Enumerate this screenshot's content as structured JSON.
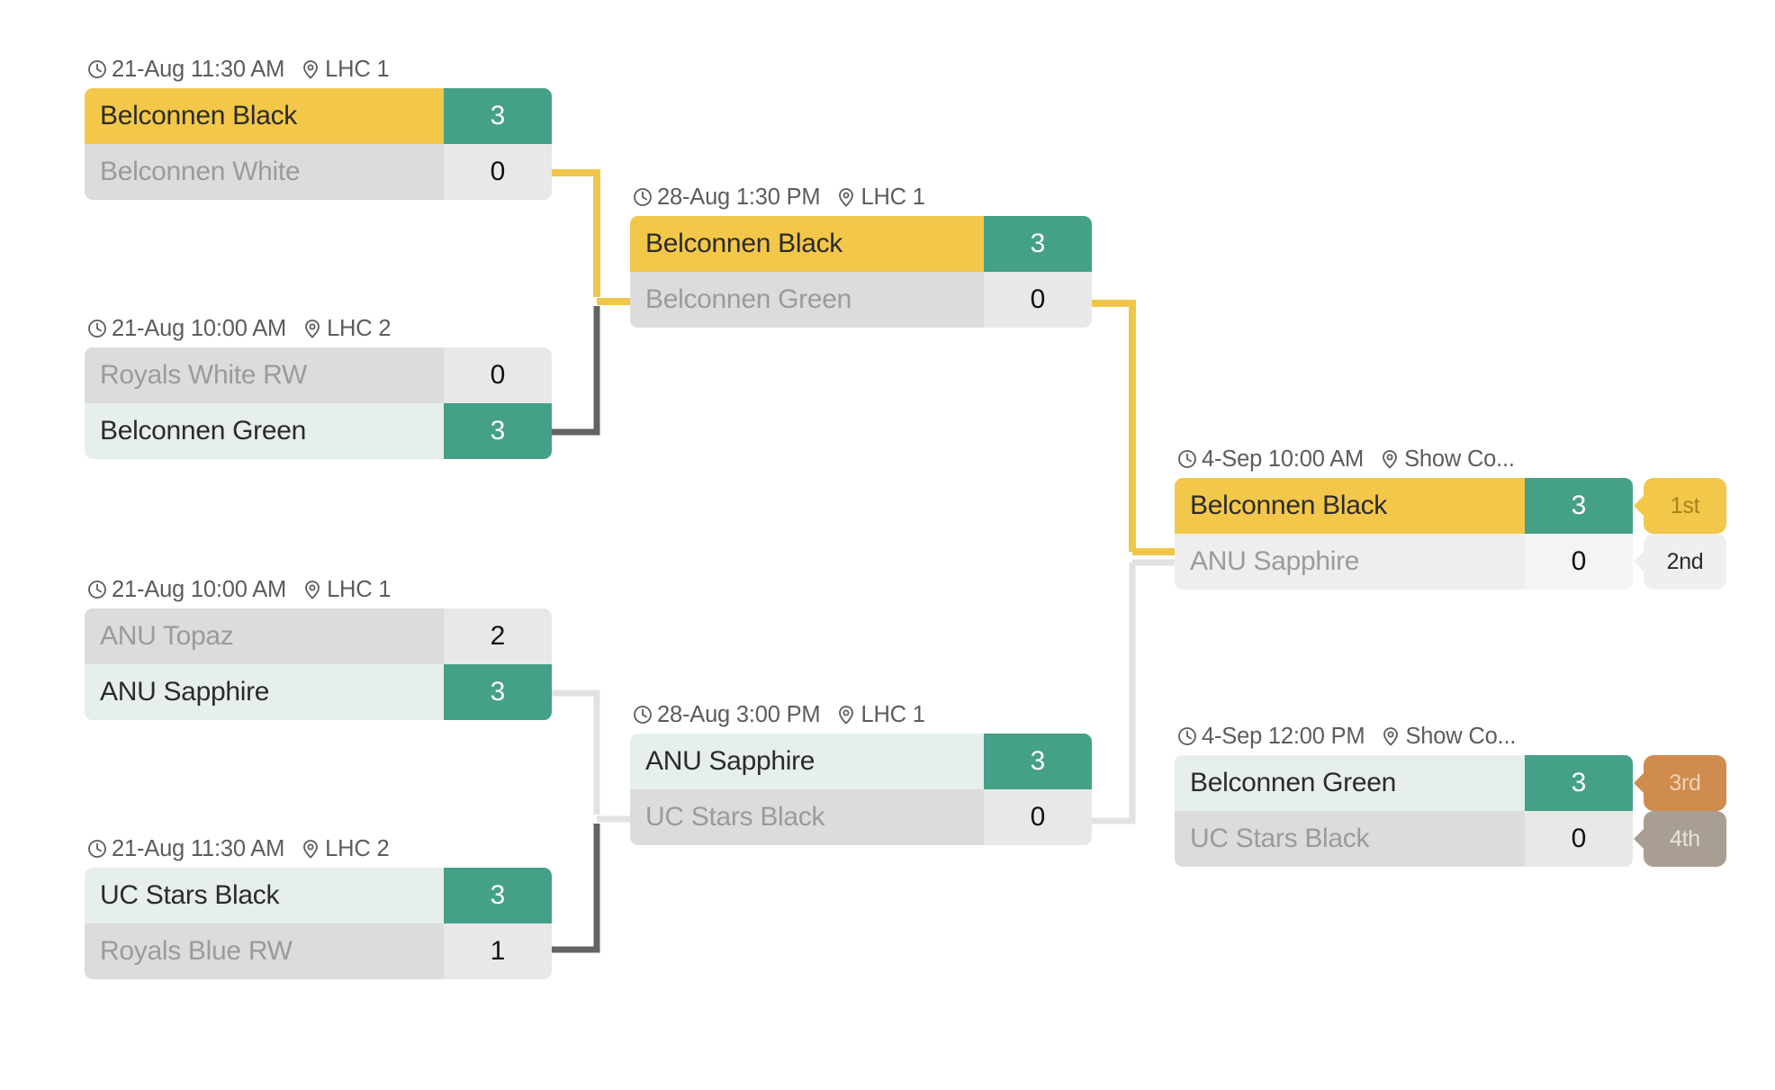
{
  "theme": {
    "highlight_yellow": "#f3c74a",
    "winner_green": "#45a088",
    "winner_row_bg": "#e6efec",
    "loser_name_bg": "#dcdcdc",
    "loser_score_bg": "#e8e8e8",
    "connector_yellow": "#f0c64a",
    "connector_dark": "#636363",
    "connector_light": "#e2e2e2",
    "badge_gold": "#f3c74a",
    "badge_silver": "#efefef",
    "badge_bronze": "#d08b4f",
    "badge_fourth": "#a89e92"
  },
  "icons": {
    "clock": "clock-icon",
    "location": "location-pin-icon"
  },
  "matches": [
    {
      "id": "r1m1",
      "datetime": "21-Aug 11:30 AM",
      "venue": "LHC 1",
      "rows": [
        {
          "team": "Belconnen Black",
          "score": "3",
          "state": "hl"
        },
        {
          "team": "Belconnen White",
          "score": "0",
          "state": "lose"
        }
      ]
    },
    {
      "id": "r1m2",
      "datetime": "21-Aug 10:00 AM",
      "venue": "LHC 2",
      "rows": [
        {
          "team": "Royals White RW",
          "score": "0",
          "state": "lose"
        },
        {
          "team": "Belconnen Green",
          "score": "3",
          "state": "win"
        }
      ]
    },
    {
      "id": "r1m3",
      "datetime": "21-Aug 10:00 AM",
      "venue": "LHC 1",
      "rows": [
        {
          "team": "ANU Topaz",
          "score": "2",
          "state": "lose"
        },
        {
          "team": "ANU Sapphire",
          "score": "3",
          "state": "win"
        }
      ]
    },
    {
      "id": "r1m4",
      "datetime": "21-Aug 11:30 AM",
      "venue": "LHC 2",
      "rows": [
        {
          "team": "UC Stars Black",
          "score": "3",
          "state": "win"
        },
        {
          "team": "Royals Blue RW",
          "score": "1",
          "state": "lose"
        }
      ]
    },
    {
      "id": "r2m1",
      "datetime": "28-Aug 1:30 PM",
      "venue": "LHC 1",
      "rows": [
        {
          "team": "Belconnen Black",
          "score": "3",
          "state": "hl"
        },
        {
          "team": "Belconnen Green",
          "score": "0",
          "state": "lose"
        }
      ]
    },
    {
      "id": "r2m2",
      "datetime": "28-Aug 3:00 PM",
      "venue": "LHC 1",
      "rows": [
        {
          "team": "ANU Sapphire",
          "score": "3",
          "state": "win"
        },
        {
          "team": "UC Stars Black",
          "score": "0",
          "state": "lose"
        }
      ]
    },
    {
      "id": "final",
      "datetime": "4-Sep 10:00 AM",
      "venue": "Show Co...",
      "rows": [
        {
          "team": "Belconnen Black",
          "score": "3",
          "state": "hl",
          "badge": "1st",
          "badge_style": "gold"
        },
        {
          "team": "ANU Sapphire",
          "score": "0",
          "state": "lose",
          "badge": "2nd",
          "badge_style": "silver"
        }
      ]
    },
    {
      "id": "thirdplace",
      "datetime": "4-Sep 12:00 PM",
      "venue": "Show Co...",
      "rows": [
        {
          "team": "Belconnen Green",
          "score": "3",
          "state": "win",
          "badge": "3rd",
          "badge_style": "bronze"
        },
        {
          "team": "UC Stars Black",
          "score": "0",
          "state": "lose",
          "badge": "4th",
          "badge_style": "fourth"
        }
      ]
    }
  ]
}
